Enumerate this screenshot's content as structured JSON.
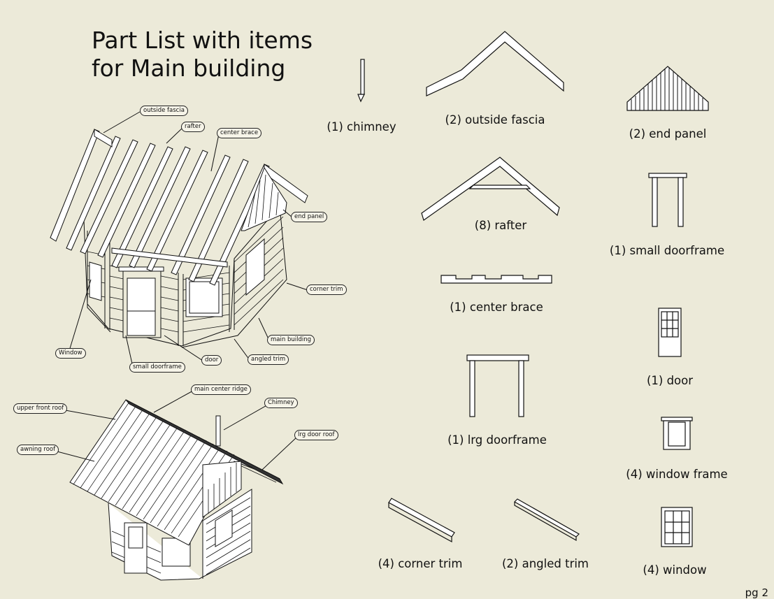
{
  "title": {
    "line1": "Part List with items",
    "line2": "for Main building"
  },
  "parts": [
    {
      "label": "(1) chimney"
    },
    {
      "label": "(2) outside fascia"
    },
    {
      "label": "(2) end panel"
    },
    {
      "label": "(8) rafter"
    },
    {
      "label": "(1) small doorframe"
    },
    {
      "label": "(1) center brace"
    },
    {
      "label": "(1) door"
    },
    {
      "label": "(1) lrg doorframe"
    },
    {
      "label": "(4) window frame"
    },
    {
      "label": "(4) corner trim"
    },
    {
      "label": "(2) angled trim"
    },
    {
      "label": "(4) window"
    }
  ],
  "callouts_frame": [
    "outside fascia",
    "rafter",
    "center brace",
    "end panel",
    "corner trim",
    "main building",
    "angled trim",
    "door",
    "small doorframe",
    "Window"
  ],
  "callouts_roof": [
    "main center ridge",
    "Chimney",
    "upper front roof",
    "awning roof",
    "lrg door roof"
  ],
  "page": "pg 2"
}
